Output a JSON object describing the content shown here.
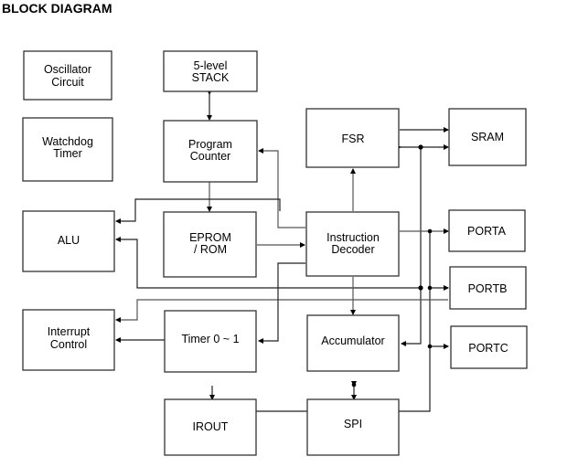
{
  "title": "BLOCK DIAGRAM",
  "blocks": {
    "oscillator": {
      "lines": [
        "Oscillator",
        "Circuit"
      ]
    },
    "stack": {
      "lines": [
        "5-level",
        "STACK"
      ]
    },
    "watchdog": {
      "lines": [
        "Watchdog",
        "Timer"
      ]
    },
    "program_counter": {
      "lines": [
        "Program",
        "Counter"
      ]
    },
    "fsr": {
      "lines": [
        "FSR"
      ]
    },
    "sram": {
      "lines": [
        "SRAM"
      ]
    },
    "alu": {
      "lines": [
        "ALU"
      ]
    },
    "eprom": {
      "lines": [
        "EPROM",
        "/ ROM"
      ]
    },
    "instruction_decoder": {
      "lines": [
        "Instruction",
        "Decoder"
      ]
    },
    "porta": {
      "lines": [
        "PORTA"
      ]
    },
    "portb": {
      "lines": [
        "PORTB"
      ]
    },
    "interrupt": {
      "lines": [
        "Interrupt",
        "Control"
      ]
    },
    "timer": {
      "lines": [
        "Timer 0 ~ 1"
      ]
    },
    "accumulator": {
      "lines": [
        "Accumulator"
      ]
    },
    "portc": {
      "lines": [
        "PORTC"
      ]
    },
    "irout": {
      "lines": [
        "IROUT"
      ]
    },
    "spi": {
      "lines": [
        "SPI"
      ]
    }
  }
}
